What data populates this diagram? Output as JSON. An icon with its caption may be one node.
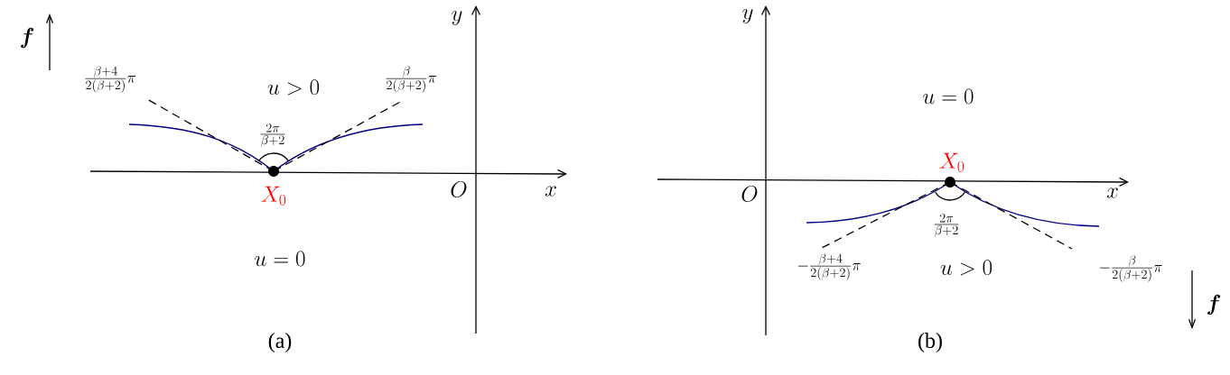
{
  "diagram": {
    "labels": [
      "\\boldsymbol{f}",
      "y",
      "\\frac{\\beta+4}{2(\\beta+2)}\\pi",
      "u>0",
      "\\frac{\\beta}{2(\\beta+2)}\\pi",
      "\\frac{2\\pi}{\\beta+2}",
      "O",
      "x",
      "X_0",
      "u=0",
      "(a)",
      "y",
      "u=0",
      "X_0",
      "O",
      "x",
      "\\frac{2\\pi}{\\beta+2}",
      "-\\frac{\\beta+4}{2(\\beta+2)}\\pi",
      "u>0",
      "-\\frac{\\beta}{2(\\beta+2)}\\pi",
      "\\boldsymbol{f}",
      "(b)"
    ]
  }
}
